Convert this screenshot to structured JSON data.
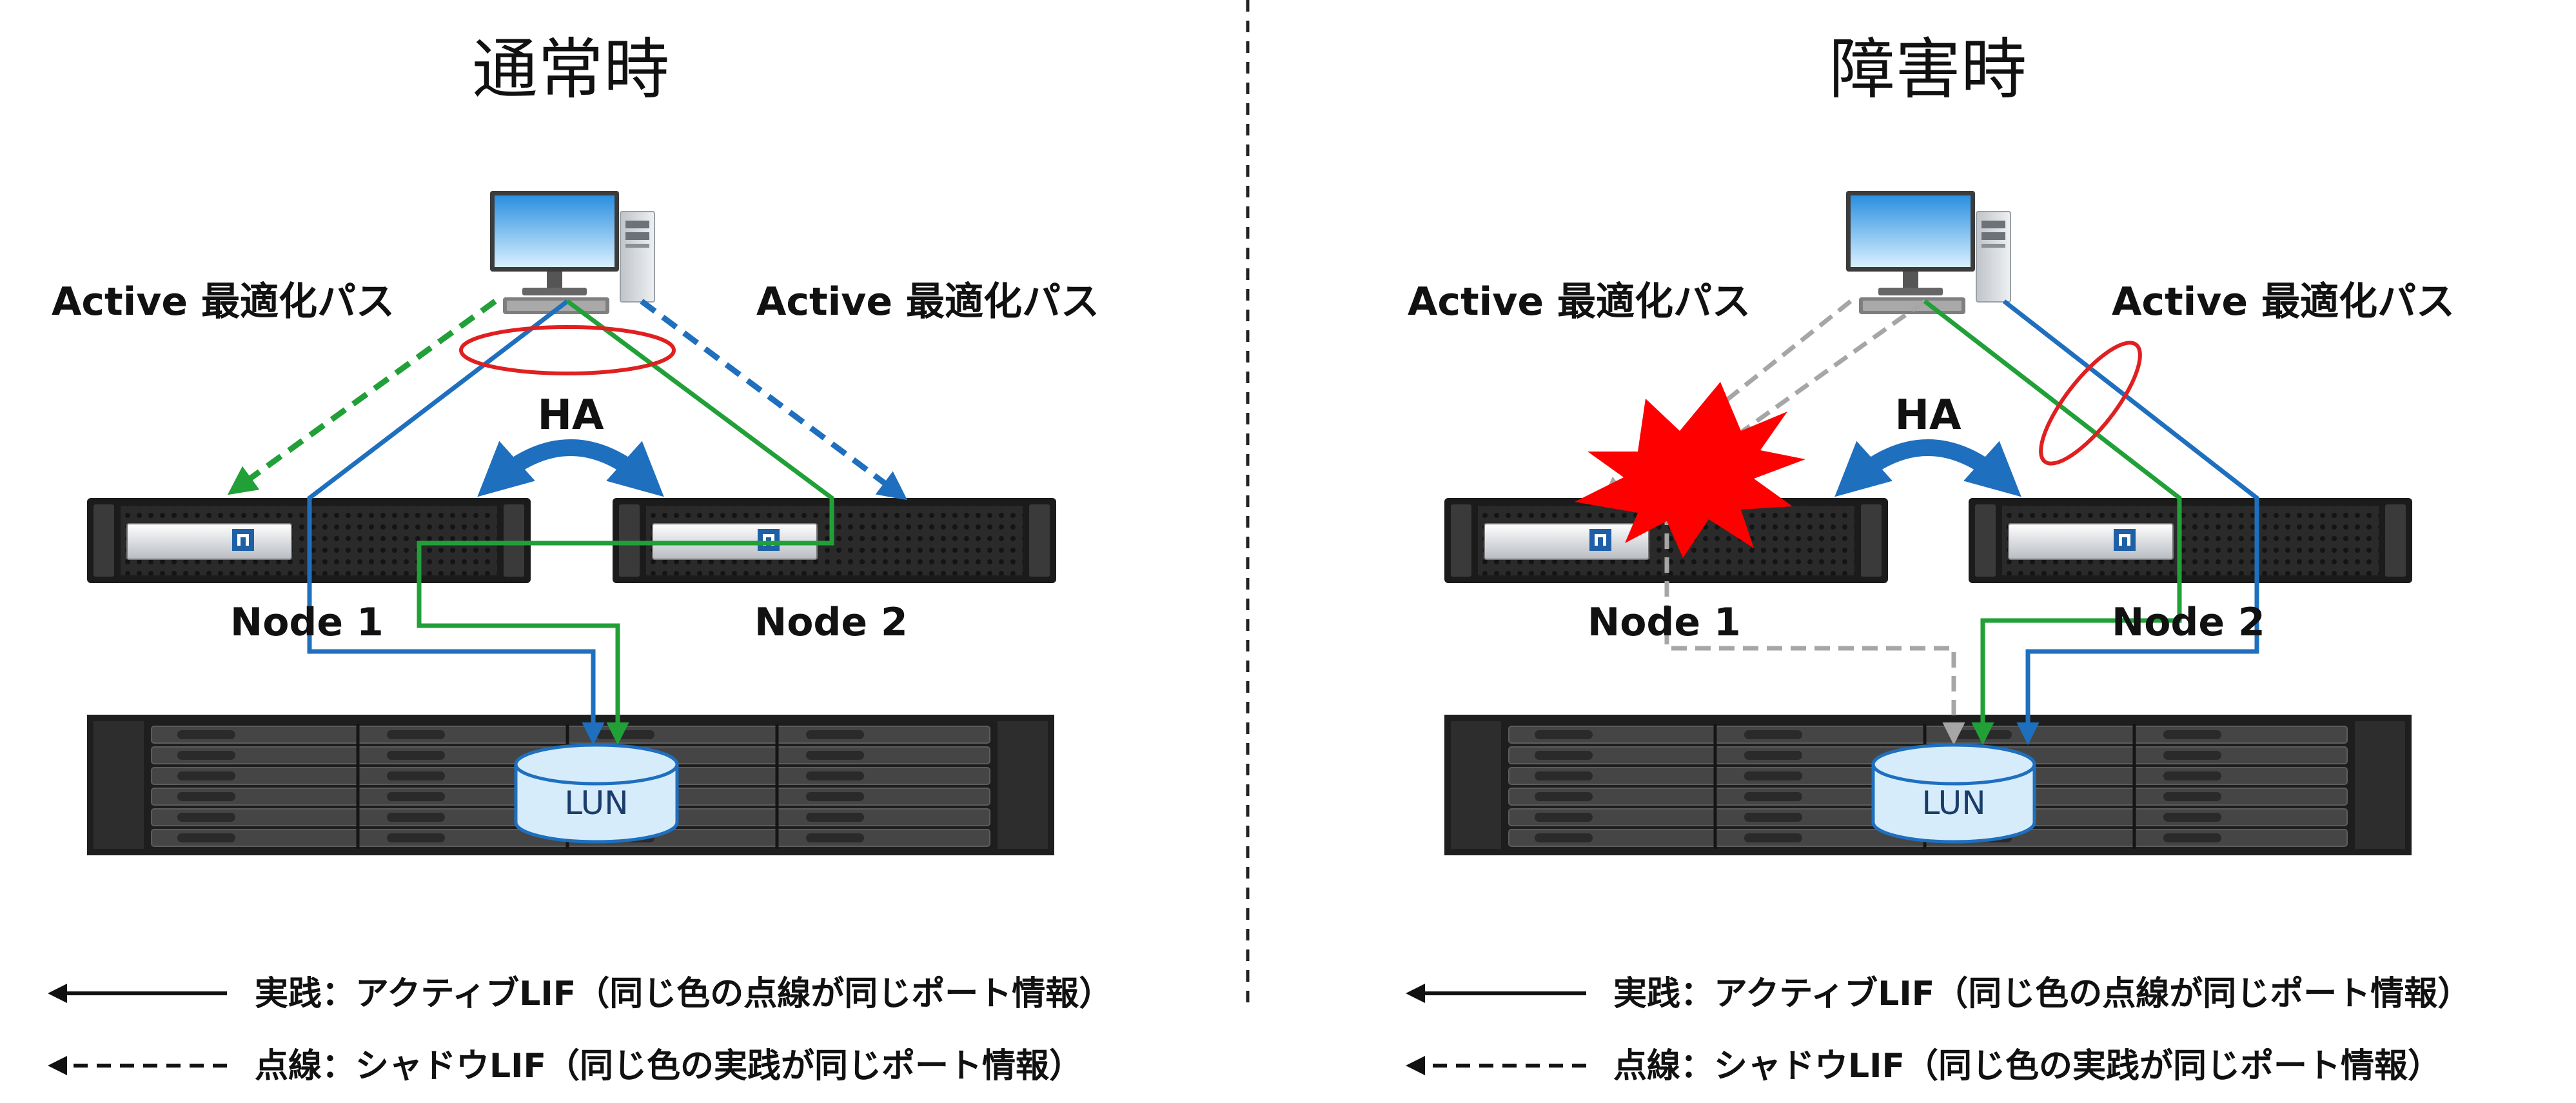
{
  "divider_style": "dashed",
  "panels": [
    {
      "title": "通常時",
      "path_label_left": "Active 最適化パス",
      "path_label_right": "Active 最適化パス",
      "ha_label": "HA",
      "node1_label": "Node 1",
      "node2_label": "Node 2",
      "lun_label": "LUN",
      "failure": false
    },
    {
      "title": "障害時",
      "path_label_left": "Active 最適化パス",
      "path_label_right": "Active 最適化パス",
      "ha_label": "HA",
      "node1_label": "Node 1",
      "node2_label": "Node 2",
      "lun_label": "LUN",
      "failure": true
    }
  ],
  "legend": {
    "solid_text": "実践：アクティブLIF（同じ色の点線が同じポート情報）",
    "dashed_text": "点線：シャドウLIF（同じ色の実践が同じポート情報）"
  },
  "colors": {
    "blue": "#1f6fbf",
    "green": "#21a038",
    "gray": "#a6a6a6",
    "highlight": "#e02020",
    "burst": "#ff0000",
    "ha_arrow": "#1f6fbf",
    "lun_fill": "#d6ecfb"
  },
  "icons": {
    "client": "desktop-computer-icon",
    "node": "storage-controller-chassis",
    "shelf": "disk-shelf",
    "lun": "database-cylinder-icon",
    "failure": "explosion-burst-icon"
  }
}
